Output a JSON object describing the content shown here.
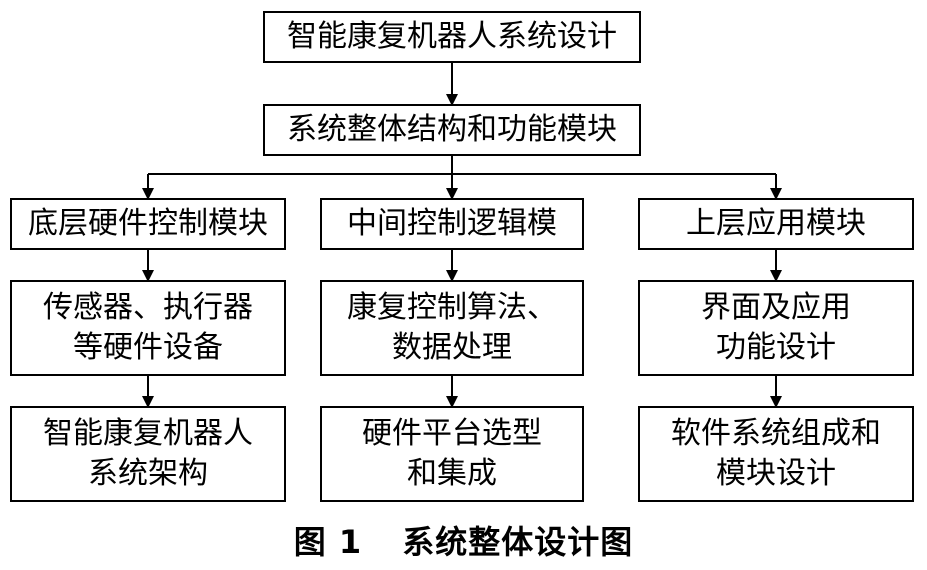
{
  "diagram": {
    "root": "智能康复机器人系统设计",
    "level1": "系统整体结构和功能模块",
    "columns": [
      {
        "module": "底层硬件控制模块",
        "detail_1": [
          "传感器、执行器",
          "等硬件设备"
        ],
        "detail_2": [
          "智能康复机器人",
          "系统架构"
        ]
      },
      {
        "module": "中间控制逻辑模",
        "detail_1": [
          "康复控制算法、",
          "数据处理"
        ],
        "detail_2": [
          "硬件平台选型",
          "和集成"
        ]
      },
      {
        "module": "上层应用模块",
        "detail_1": [
          "界面及应用",
          "功能设计"
        ],
        "detail_2": [
          "软件系统组成和",
          "模块设计"
        ]
      }
    ]
  },
  "caption": {
    "number": "图 1",
    "title": "系统整体设计图"
  }
}
